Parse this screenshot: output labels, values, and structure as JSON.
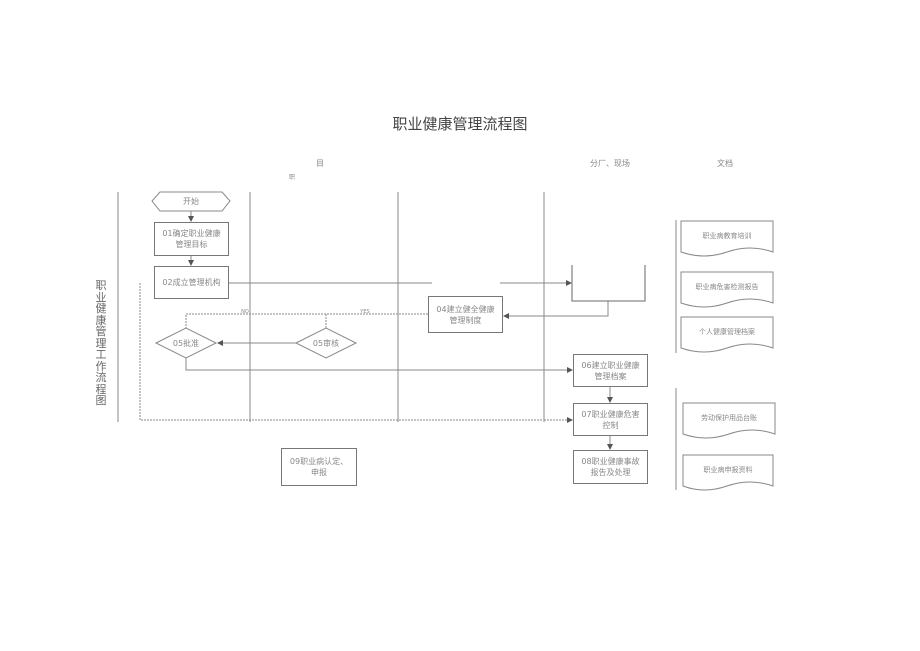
{
  "title": "职业健康管理流程图",
  "lanes": {
    "col1": "目",
    "col1_sub": "职",
    "col3": "分厂、现场",
    "col4": "文档"
  },
  "side_label": "职业健康管理工作流程图",
  "nodes": {
    "start": "开始",
    "n01": "01确定职业健康管理目标",
    "n02": "02成立管理机构",
    "n04": "04建立健全健康管理制度",
    "n05a": "05批准",
    "n05b": "05审核",
    "n06": "06建立职业健康管理档案",
    "n07": "07职业健康危害控制",
    "n08": "08职业健康事故报告及处理",
    "n09": "09职业病认定、申报"
  },
  "edge_labels": {
    "no": "NO",
    "yes": "YES"
  },
  "documents": [
    "职业病教育培训",
    "职业病危害检测报告",
    "个人健康管理档案",
    "劳动保护用品台账",
    "职业病申报资料"
  ]
}
